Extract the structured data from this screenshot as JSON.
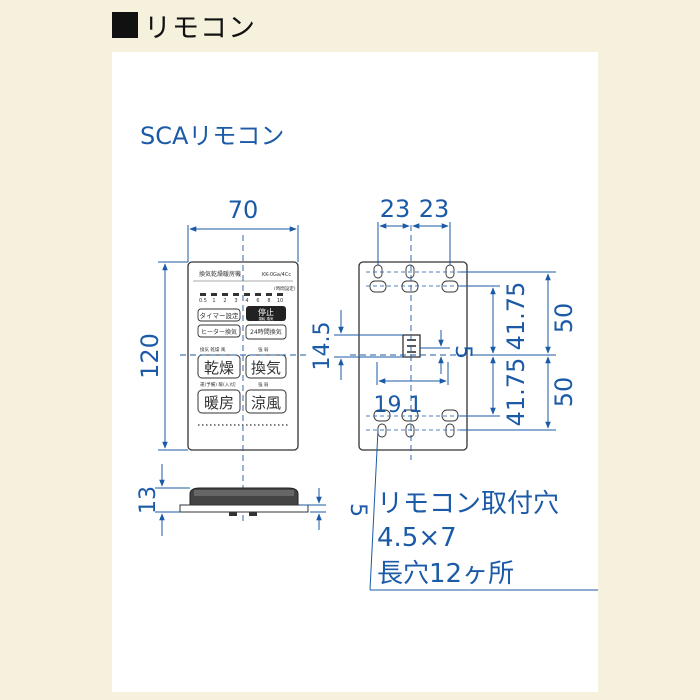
{
  "header": {
    "title": "リモコン"
  },
  "diagram": {
    "subtitle": "SCAリモコン",
    "front": {
      "width_label": "70",
      "height_label": "120",
      "device_title": "換気乾燥暖房機",
      "model_text": "KK-0Ga/4Cc",
      "timer_label": "(時間設定)",
      "timer_marks": [
        "0.5",
        "1",
        "2",
        "3",
        "4",
        "6",
        "8",
        "10"
      ],
      "btn_timer": "タイマー設定",
      "btn_stop": "停止",
      "btn_stop_sub": "運転 換気",
      "btn_heater": "ヒーター換気",
      "btn_24h": "24時間換気",
      "row1_labels": "換気 乾燥 風",
      "row1_labels_r": "強 弱",
      "btn_dry": "乾燥",
      "btn_vent": "換気",
      "row2_labels": "運(予備) 暖(入)切",
      "row2_labels_r": "強 弱",
      "btn_heat": "暖房",
      "btn_cool": "涼風"
    },
    "side": {
      "height_label": "13",
      "thickness_label": "5"
    },
    "back": {
      "w_left": "23",
      "w_right": "23",
      "h_top": "50",
      "h_bottom": "50",
      "h_inner_top": "41.75",
      "h_inner_bottom": "41.75",
      "left_offset": "14.5",
      "center_gap": "5",
      "center_width": "19.1"
    },
    "note": {
      "line1": "リモコン取付穴",
      "line2": "4.5×7",
      "line3": "長穴12ヶ所"
    },
    "colors": {
      "dimension": "#1a5aa6",
      "outline": "#333333",
      "frame": "#f6f1dc"
    }
  }
}
